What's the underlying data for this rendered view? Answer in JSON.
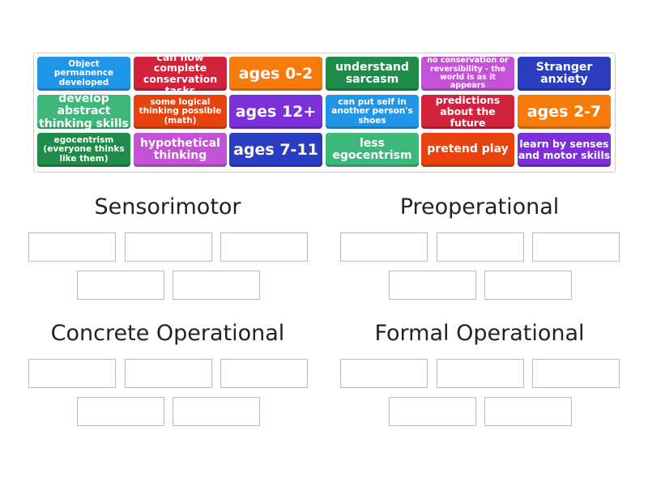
{
  "tiles": [
    {
      "text": "Object permanence developed",
      "color": "#2196e8"
    },
    {
      "text": "can now complete conservation tasks",
      "color": "#d3223c"
    },
    {
      "text": "ages 0-2",
      "color": "#f77b0a"
    },
    {
      "text": "understand sarcasm",
      "color": "#1f8c4a"
    },
    {
      "text": "no conservation or reversibility - the world is as it appears",
      "color": "#c452d6"
    },
    {
      "text": "Stranger anxiety",
      "color": "#2b3ec2"
    },
    {
      "text": "develop abstract thinking skills",
      "color": "#3db87a"
    },
    {
      "text": "some logical thinking possible (math)",
      "color": "#e8430f"
    },
    {
      "text": "ages 12+",
      "color": "#7c30d8"
    },
    {
      "text": "can put self in another person's shoes",
      "color": "#2196e8"
    },
    {
      "text": "predictions about the future",
      "color": "#d3223c"
    },
    {
      "text": "ages 2-7",
      "color": "#f77b0a"
    },
    {
      "text": "egocentrism (everyone thinks like them)",
      "color": "#1f8c4a"
    },
    {
      "text": "hypothetical thinking",
      "color": "#c452d6"
    },
    {
      "text": "ages 7-11",
      "color": "#2b3ec2"
    },
    {
      "text": "less egocentrism",
      "color": "#3db87a"
    },
    {
      "text": "pretend play",
      "color": "#e8430f"
    },
    {
      "text": "learn by senses and motor skills",
      "color": "#7c30d8"
    }
  ],
  "groups": [
    {
      "title": "Sensorimotor"
    },
    {
      "title": "Preoperational"
    },
    {
      "title": "Concrete Operational"
    },
    {
      "title": "Formal Operational"
    }
  ]
}
